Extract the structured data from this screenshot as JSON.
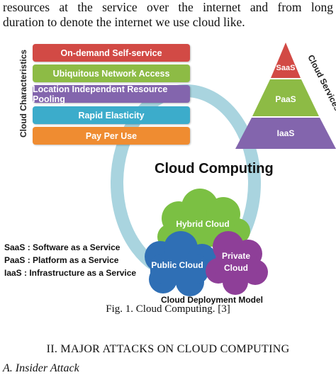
{
  "intro_text": {
    "line1": "resources at the service over the internet and from long",
    "line2": "duration to denote the internet we use cloud like."
  },
  "figure": {
    "title": "Cloud Computing",
    "characteristics_label": "Cloud Characteristics",
    "characteristics": [
      {
        "label": "On-demand Self-service",
        "color": "#d24a45"
      },
      {
        "label": "Ubiquitous Network Access",
        "color": "#8dbb45"
      },
      {
        "label": "Location Independent Resource Pooling",
        "color": "#8365ad"
      },
      {
        "label": "Rapid Elasticity",
        "color": "#3caccb"
      },
      {
        "label": "Pay Per Use",
        "color": "#ef8c31"
      }
    ],
    "services_label": "Cloud Services",
    "services": [
      {
        "label": "SaaS",
        "color": "#d24a45"
      },
      {
        "label": "PaaS",
        "color": "#8dbb45"
      },
      {
        "label": "IaaS",
        "color": "#8365ad"
      }
    ],
    "deployment_label": "Cloud Deployment Model",
    "clouds": [
      {
        "label": "Hybrid Cloud",
        "color": "#7bc043"
      },
      {
        "label": "Public Cloud",
        "color": "#2f6fb5"
      },
      {
        "label": "Private Cloud",
        "color": "#8e3f98"
      }
    ],
    "legend": [
      "SaaS : Software as a Service",
      "PaaS : Platform as a Service",
      "IaaS  : Infrastructure as a Service"
    ],
    "ring_color": "#a9d4df"
  },
  "caption": "Fig. 1. Cloud Computing. [3]",
  "section_heading": "II.   MAJOR ATTACKS ON CLOUD COMPUTING",
  "subsection_heading": "A. Insider Attack"
}
